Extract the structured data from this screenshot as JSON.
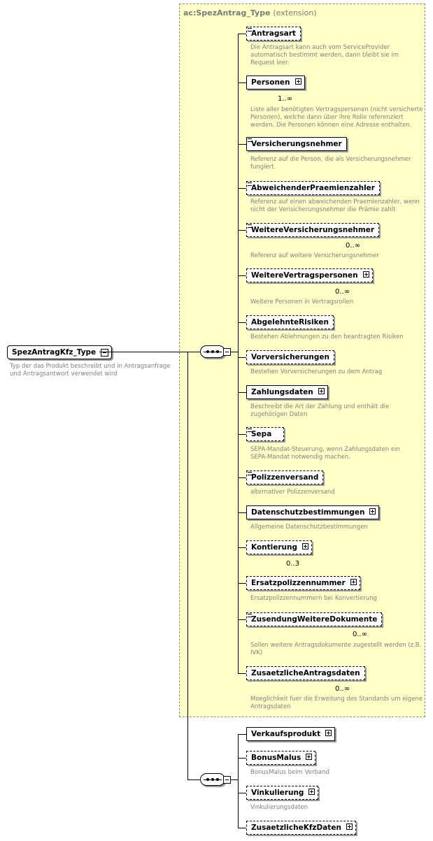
{
  "extension": {
    "title": "ac:SpezAntrag_Type",
    "note": "(extension)"
  },
  "root": {
    "name": "SpezAntragKfz_Type",
    "description": "Typ der das Produkt beschreibt und in Antragsanfrage\nund Antragsantwort verwendet wird"
  },
  "elements": [
    {
      "name": "Antragsart",
      "description": "Die Antragsart kann auch vom ServiceProvider\nautomatisch bestimmt werden, dann bleibt sie im\nRequest leer."
    },
    {
      "name": "Personen",
      "cardinality": "1..∞",
      "description": "Liste aller benötigten Vertragspersonen (nicht versicherte\nPersonen), welche dann über ihre Rolle referenziert\nwerden. Die Personen können eine Adresse enthalten."
    },
    {
      "name": "Versicherungsnehmer",
      "description": "Referenz auf die Person, die als Versicherungsnehmer\nfungiert."
    },
    {
      "name": "AbweichenderPraemienzahler",
      "description": "Referenz auf einen abweichenden Praemienzahler, wenn\nnicht der Verisicherungsnehmer die Prämie zahlt"
    },
    {
      "name": "WeitereVersicherungsnehmer",
      "cardinality": "0..∞",
      "description": "Referenz auf weitere Versicherungsnehmer"
    },
    {
      "name": "WeitereVertragspersonen",
      "cardinality": "0..∞",
      "description": "Weitere Personen in Vertragsrollen"
    },
    {
      "name": "AbgelehnteRisiken",
      "description": "Bestehen Ablehnungen zu den beantragten Risiken"
    },
    {
      "name": "Vorversicherungen",
      "description": "Bestehen Vorversicherungen zu dem Antrag"
    },
    {
      "name": "Zahlungsdaten",
      "description": "Beschreibt die Art der Zahlung und enthält die\nzugehörigen Daten"
    },
    {
      "name": "Sepa",
      "description": "SEPA-Mandat-Steuerung, wenn Zahlungsdaten ein\nSEPA-Mandat notwendig machen."
    },
    {
      "name": "Polizzenversand",
      "description": "alternativer Polizzenversand"
    },
    {
      "name": "Datenschutzbestimmungen",
      "description": "Allgemeine Datenschutzbestimmungen"
    },
    {
      "name": "Kontierung",
      "cardinality": "0..3",
      "description": ""
    },
    {
      "name": "Ersatzpolizzennummer",
      "description": "Ersatzpolizzennummern bei Konvertierung"
    },
    {
      "name": "ZusendungWeitereDokumente",
      "cardinality": "0..∞",
      "description": "Sollen weitere Antragsdokumente zugestellt werden (z.B.\nIVK)"
    },
    {
      "name": "ZusaetzlicheAntragsdaten",
      "cardinality": "0..∞",
      "description": "Moeglichkeit fuer die Erweitung des Standards um eigene\nAntragsdaten"
    },
    {
      "name": "Verkaufsprodukt",
      "description": ""
    },
    {
      "name": "BonusMalus",
      "description": "BonusMalus beim Verband"
    },
    {
      "name": "Vinkulierung",
      "description": "Vinkulierungsdaten"
    },
    {
      "name": "ZusaetzlicheKfzDaten",
      "description": ""
    }
  ]
}
